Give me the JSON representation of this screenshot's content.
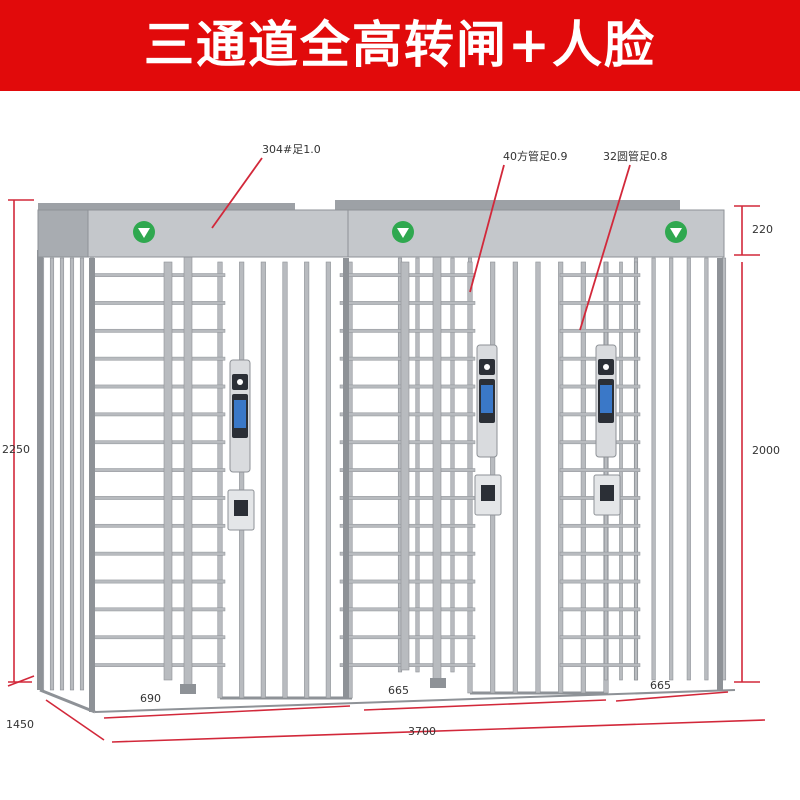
{
  "title": "三通道全高转闸+人脸",
  "colors": {
    "banner": "#e10a0b",
    "banner_text": "#ffffff",
    "frame": "#b8bbbf",
    "frame_dark": "#8e9297",
    "cap_top": "#9da1a6",
    "cap_face": "#c4c7cb",
    "dim": "#d2283a",
    "callout": "#d2283a",
    "arrow_green": "#2fa84f",
    "terminal": "#2b2f36",
    "screen": "#3a78c8"
  },
  "callouts": {
    "foot_spec": "304#足1.0",
    "square_tube": "40方管足0.9",
    "round_tube": "32圆管足0.8"
  },
  "dimensions": {
    "total_height": "2250",
    "inner_height": "2000",
    "cap_height": "220",
    "lane_left": "690",
    "lane_middle": "665",
    "lane_right": "665",
    "total_width": "3700",
    "depth": "1450"
  },
  "icons": {
    "entry_arrow": "green-down-arrow-icon",
    "face_terminal": "face-recognition-terminal-icon",
    "card_reader": "card-reader-icon"
  }
}
